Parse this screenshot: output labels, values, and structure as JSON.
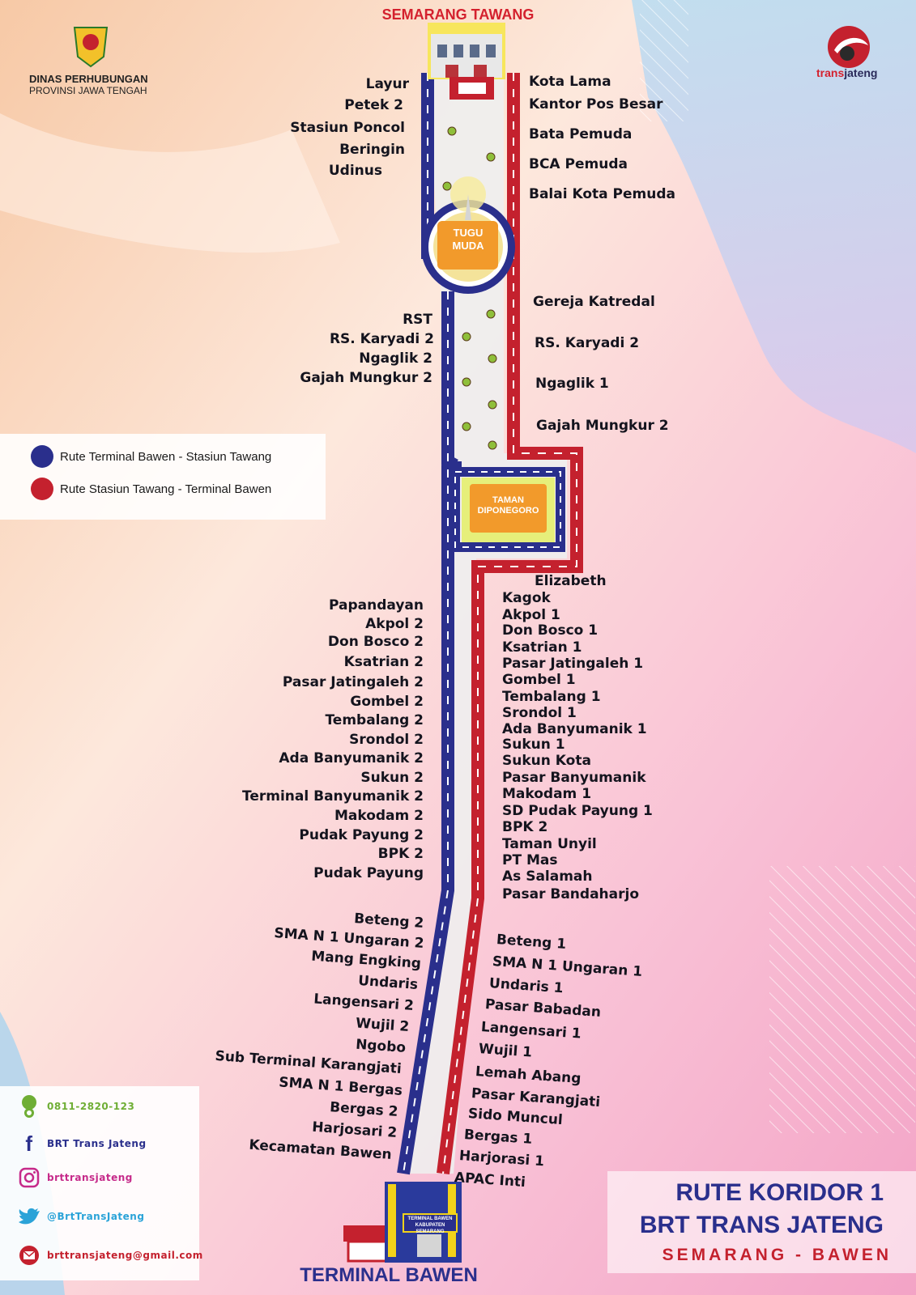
{
  "header": {
    "top_station": "SEMARANG TAWANG",
    "dinas_line1": "DINAS PERHUBUNGAN",
    "dinas_line2": "PROVINSI JAWA TENGAH",
    "brand_a": "trans",
    "brand_b": "jateng"
  },
  "colors": {
    "blue_route": "#2a2f8c",
    "red_route": "#c4212e",
    "accent_red": "#d4212e"
  },
  "landmarks": {
    "tugu_line1": "TUGU",
    "tugu_line2": "MUDA",
    "taman_line1": "TAMAN",
    "taman_line2": "DIPONEGORO",
    "terminal_sign_line1": "TERMINAL BAWEN",
    "terminal_sign_line2": "KABUPATEN SEMARANG"
  },
  "legend": {
    "blue": "Rute Terminal Bawen - Stasiun Tawang",
    "red": "Rute Stasiun Tawang - Terminal Bawen"
  },
  "stops_left": [
    "Layur",
    "Petek 2",
    "Stasiun Poncol",
    "Beringin",
    "Udinus",
    "RST",
    "RS. Karyadi 2",
    "Ngaglik 2",
    "Gajah Mungkur 2",
    "Papandayan",
    "Akpol 2",
    "Don Bosco 2",
    "Ksatrian 2",
    "Pasar Jatingaleh 2",
    "Gombel 2",
    "Tembalang 2",
    "Srondol 2",
    "Ada Banyumanik 2",
    "Sukun 2",
    "Terminal Banyumanik 2",
    "Makodam 2",
    "Pudak Payung 2",
    "BPK 2",
    "Pudak Payung",
    "Beteng 2",
    "SMA N 1 Ungaran 2",
    "Mang Engking",
    "Undaris",
    "Langensari  2",
    "Wujil 2",
    "Ngobo",
    "Sub Terminal Karangjati",
    "SMA N 1 Bergas",
    "Bergas 2",
    "Harjosari 2",
    "Kecamatan Bawen"
  ],
  "stops_right": [
    "Kota Lama",
    "Kantor Pos Besar",
    "Bata Pemuda",
    "BCA Pemuda",
    "Balai Kota Pemuda",
    "Gereja Katredal",
    "RS. Karyadi 2",
    "Ngaglik 1",
    "Gajah Mungkur 2",
    "Elizabeth",
    "Kagok",
    "Akpol 1",
    "Don Bosco 1",
    "Ksatrian 1",
    "Pasar Jatingaleh 1",
    "Gombel 1",
    "Tembalang 1",
    "Srondol 1",
    "Ada Banyumanik 1",
    "Sukun 1",
    "Sukun Kota",
    "Pasar Banyumanik",
    "Makodam 1",
    "SD Pudak Payung 1",
    "BPK 2",
    "Taman Unyil",
    "PT Mas",
    "As Salamah",
    "Pasar Bandaharjo",
    "Beteng 1",
    "SMA N 1 Ungaran 1",
    "Undaris 1",
    "Pasar Babadan",
    "Langensari 1",
    "Wujil 1",
    "Lemah Abang",
    "Pasar Karangjati",
    "Sido Muncul",
    "Bergas 1",
    "Harjorasi 1",
    "APAC Inti"
  ],
  "contact": {
    "phone": "0811-2820-123",
    "facebook": "BRT Trans Jateng",
    "instagram": "brttransjateng",
    "twitter": "@BrtTransJateng",
    "email": "brttransjateng@gmail.com"
  },
  "title": {
    "line1": "RUTE KORIDOR 1",
    "line2": "BRT TRANS JATENG",
    "line3": "SEMARANG - BAWEN"
  },
  "bottom_station": "TERMINAL BAWEN"
}
